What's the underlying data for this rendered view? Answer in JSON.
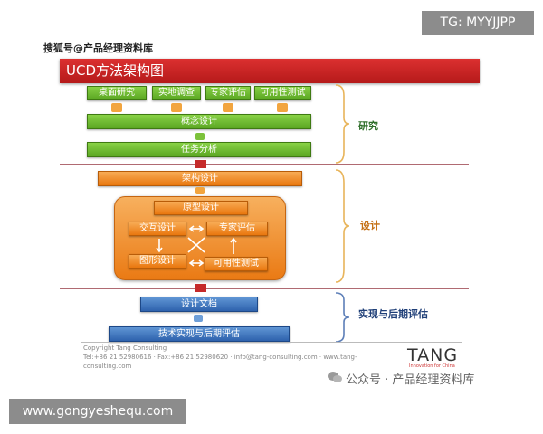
{
  "tag": "TG: MYYJJPP",
  "source_header": "搜狐号@产品经理资料库",
  "title": "UCD方法架构图",
  "research_methods": [
    "桌面研究",
    "实地调查",
    "专家评估",
    "可用性测试"
  ],
  "concept_design": "概念设计",
  "task_analysis": "任务分析",
  "architecture_design": "架构设计",
  "prototype_design": "原型设计",
  "interaction_design": "交互设计",
  "expert_review": "专家评估",
  "graphic_design": "图形设计",
  "usability_test": "可用性测试",
  "design_doc": "设计文档",
  "implementation": "技术实现与后期评估",
  "phases": {
    "research": "研究",
    "design": "设计",
    "implement": "实现与后期评估"
  },
  "footer": {
    "line1": "Copyright Tang Consulting",
    "line2": "Tel:+86 21 52980616 · Fax:+86 21 52980620 · info@tang-consulting.com · www.tang-",
    "line3": "consulting.com"
  },
  "brand": "TANG",
  "brand_sub": "Innovation for China",
  "watermark": "公众号 · 产品经理资料库",
  "url": "www.gongyeshequ.com"
}
